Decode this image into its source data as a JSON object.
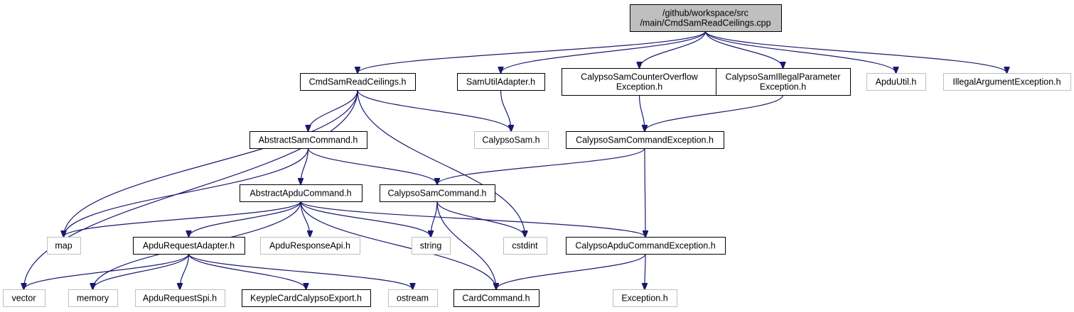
{
  "graph": {
    "edge_color": "#191970",
    "root_fill": "#bfbfbf",
    "external_border": "#bfbfbf",
    "nodes": [
      {
        "id": "root",
        "kind": "root",
        "lines": [
          "/github/workspace/src",
          "/main/CmdSamReadCeilings.cpp"
        ]
      },
      {
        "id": "cmdsam",
        "kind": "normal",
        "lines": [
          "CmdSamReadCeilings.h"
        ]
      },
      {
        "id": "samutil",
        "kind": "normal",
        "lines": [
          "SamUtilAdapter.h"
        ]
      },
      {
        "id": "counterov",
        "kind": "normal",
        "lines": [
          "CalypsoSamCounterOverflow",
          "Exception.h"
        ]
      },
      {
        "id": "illegalparam",
        "kind": "normal",
        "lines": [
          "CalypsoSamIllegalParameter",
          "Exception.h"
        ]
      },
      {
        "id": "apduutil",
        "kind": "external",
        "lines": [
          "ApduUtil.h"
        ]
      },
      {
        "id": "illegalarg",
        "kind": "external",
        "lines": [
          "IllegalArgumentException.h"
        ]
      },
      {
        "id": "abssam",
        "kind": "normal",
        "lines": [
          "AbstractSamCommand.h"
        ]
      },
      {
        "id": "calypsosam",
        "kind": "external",
        "lines": [
          "CalypsoSam.h"
        ]
      },
      {
        "id": "samcmdexc",
        "kind": "normal",
        "lines": [
          "CalypsoSamCommandException.h"
        ]
      },
      {
        "id": "absapdu",
        "kind": "normal",
        "lines": [
          "AbstractApduCommand.h"
        ]
      },
      {
        "id": "samcmd",
        "kind": "normal",
        "lines": [
          "CalypsoSamCommand.h"
        ]
      },
      {
        "id": "map",
        "kind": "external",
        "lines": [
          "map"
        ]
      },
      {
        "id": "apdureqadapter",
        "kind": "normal",
        "lines": [
          "ApduRequestAdapter.h"
        ]
      },
      {
        "id": "apdurespapi",
        "kind": "external",
        "lines": [
          "ApduResponseApi.h"
        ]
      },
      {
        "id": "string",
        "kind": "external",
        "lines": [
          "string"
        ]
      },
      {
        "id": "cstdint",
        "kind": "external",
        "lines": [
          "cstdint"
        ]
      },
      {
        "id": "apducmdexc",
        "kind": "normal",
        "lines": [
          "CalypsoApduCommandException.h"
        ]
      },
      {
        "id": "vector",
        "kind": "external",
        "lines": [
          "vector"
        ]
      },
      {
        "id": "memory",
        "kind": "external",
        "lines": [
          "memory"
        ]
      },
      {
        "id": "apdureqspi",
        "kind": "external",
        "lines": [
          "ApduRequestSpi.h"
        ]
      },
      {
        "id": "keyple",
        "kind": "normal",
        "lines": [
          "KeypleCardCalypsoExport.h"
        ]
      },
      {
        "id": "ostream",
        "kind": "external",
        "lines": [
          "ostream"
        ]
      },
      {
        "id": "cardcmd",
        "kind": "normal",
        "lines": [
          "CardCommand.h"
        ]
      },
      {
        "id": "exception",
        "kind": "external",
        "lines": [
          "Exception.h"
        ]
      }
    ],
    "edges": [
      [
        "root",
        "cmdsam"
      ],
      [
        "root",
        "samutil"
      ],
      [
        "root",
        "counterov"
      ],
      [
        "root",
        "illegalparam"
      ],
      [
        "root",
        "apduutil"
      ],
      [
        "root",
        "illegalarg"
      ],
      [
        "cmdsam",
        "abssam"
      ],
      [
        "cmdsam",
        "calypsosam"
      ],
      [
        "cmdsam",
        "cstdint"
      ],
      [
        "cmdsam",
        "map"
      ],
      [
        "cmdsam",
        "vector"
      ],
      [
        "samutil",
        "calypsosam"
      ],
      [
        "counterov",
        "samcmdexc"
      ],
      [
        "illegalparam",
        "samcmdexc"
      ],
      [
        "abssam",
        "absapdu"
      ],
      [
        "abssam",
        "samcmd"
      ],
      [
        "abssam",
        "map"
      ],
      [
        "samcmdexc",
        "samcmd"
      ],
      [
        "samcmdexc",
        "apducmdexc"
      ],
      [
        "absapdu",
        "map"
      ],
      [
        "absapdu",
        "memory"
      ],
      [
        "absapdu",
        "apdureqadapter"
      ],
      [
        "absapdu",
        "apdurespapi"
      ],
      [
        "absapdu",
        "string"
      ],
      [
        "absapdu",
        "cardcmd"
      ],
      [
        "absapdu",
        "apducmdexc"
      ],
      [
        "samcmd",
        "string"
      ],
      [
        "samcmd",
        "cstdint"
      ],
      [
        "samcmd",
        "cardcmd"
      ],
      [
        "apdureqadapter",
        "vector"
      ],
      [
        "apdureqadapter",
        "memory"
      ],
      [
        "apdureqadapter",
        "apdureqspi"
      ],
      [
        "apdureqadapter",
        "keyple"
      ],
      [
        "apdureqadapter",
        "ostream"
      ],
      [
        "apducmdexc",
        "cardcmd"
      ],
      [
        "apducmdexc",
        "exception"
      ]
    ]
  }
}
